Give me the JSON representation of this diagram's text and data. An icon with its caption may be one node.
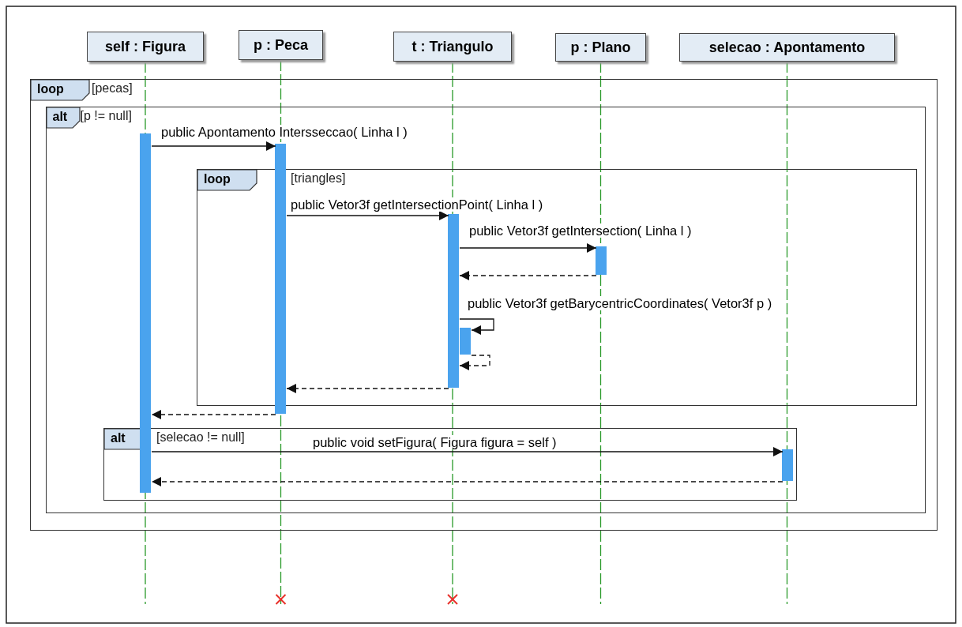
{
  "diagram": {
    "nodes": [
      {
        "text": [
          "self : Figura"
        ]
      },
      {
        "text": [
          "p : Peca"
        ]
      },
      {
        "text": [
          "t : Triangulo"
        ]
      },
      {
        "text": [
          "p : Plano"
        ]
      },
      {
        "text": [
          "selecao : Apontamento"
        ]
      },
      {
        "text": [
          "loop",
          "[pecas]"
        ]
      },
      {
        "text": [
          "alt",
          "[p != null]"
        ],
        "in": 5
      },
      {
        "text": [
          "loop",
          "[triangles]"
        ],
        "in": 6
      },
      {
        "text": [
          "alt",
          "[selecao != null]"
        ],
        "in": 6
      },
      {
        "text": [],
        "shape": "bar",
        "in": 6
      },
      {
        "text": [],
        "shape": "bar",
        "in": 6
      },
      {
        "text": [],
        "shape": "bar",
        "in": 7
      },
      {
        "text": [],
        "shape": "bar",
        "in": 7
      },
      {
        "text": [],
        "shape": "bar",
        "in": 7
      },
      {
        "text": [],
        "shape": "bar",
        "in": 8
      }
    ],
    "edges": [
      {
        "from": 9,
        "to": 10,
        "arrow": "to",
        "label": "public Apontamento Intersseccao( Linha l )"
      },
      {
        "from": 10,
        "to": 11,
        "arrow": "to",
        "label": "public Vetor3f getIntersectionPoint( Linha l )"
      },
      {
        "from": 11,
        "to": 12,
        "arrow": "to",
        "label": "public Vetor3f getIntersection( Linha l )"
      },
      {
        "from": 12,
        "to": 11,
        "arrow": "to",
        "style": "dashed"
      },
      {
        "from": 11,
        "to": 13,
        "arrow": "to",
        "label": "public Vetor3f getBarycentricCoordinates( Vetor3f p )"
      },
      {
        "from": 13,
        "to": 11,
        "arrow": "to",
        "style": "dashed"
      },
      {
        "from": 11,
        "to": 10,
        "arrow": "to",
        "style": "dashed"
      },
      {
        "from": 10,
        "to": 9,
        "arrow": "to",
        "style": "dashed"
      },
      {
        "from": 9,
        "to": 14,
        "arrow": "to",
        "label": "public void setFigura( Figura figura = self )"
      },
      {
        "from": 14,
        "to": 9,
        "arrow": "to",
        "style": "dashed"
      }
    ]
  }
}
